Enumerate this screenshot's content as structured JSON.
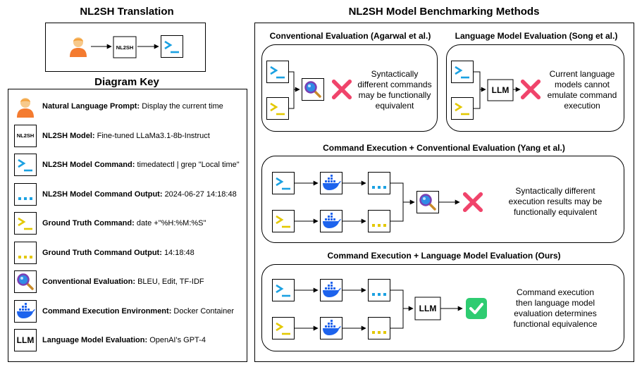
{
  "left": {
    "translation_title": "NL2SH Translation",
    "model_label": "NL2SH",
    "key_title": "Diagram Key",
    "key_items": [
      {
        "icon": "person-icon",
        "term": "Natural Language Prompt:",
        "desc": "Display the current time"
      },
      {
        "icon": "nl2sh-model-icon",
        "icon_text": "NL2SH",
        "term": "NL2SH Model:",
        "desc": "Fine-tuned LLaMa3.1-8b-Instruct"
      },
      {
        "icon": "terminal-blue-icon",
        "term": "NL2SH Model Command:",
        "desc": "timedatectl | grep \"Local time\""
      },
      {
        "icon": "output-blue-icon",
        "term": "NL2SH Model Command Output:",
        "desc": "2024-06-27 14:18:48"
      },
      {
        "icon": "terminal-yellow-icon",
        "term": "Ground Truth Command:",
        "desc": "date +\"%H:%M:%S\""
      },
      {
        "icon": "output-yellow-icon",
        "term": "Ground Truth Command Output:",
        "desc": "14:18:48"
      },
      {
        "icon": "magnifier-icon",
        "term": "Conventional Evaluation:",
        "desc": "BLEU, Edit, TF-IDF"
      },
      {
        "icon": "docker-icon",
        "term": "Command Execution Environment:",
        "desc": "Docker Container"
      },
      {
        "icon": "llm-icon",
        "icon_text": "LLM",
        "term": "Language Model Evaluation:",
        "desc": "OpenAI's GPT-4"
      }
    ]
  },
  "right": {
    "title": "NL2SH Model Benchmarking Methods",
    "conventional": {
      "title": "Conventional Evaluation (Agarwal et al.)",
      "desc": [
        "Syntactically",
        "different commands",
        "may be functionally",
        "equivalent"
      ]
    },
    "lm_eval": {
      "title": "Language Model Evaluation (Song et al.)",
      "llm_label": "LLM",
      "desc": [
        "Current language",
        "models cannot",
        "emulate command",
        "execution"
      ]
    },
    "exec_conventional": {
      "title": "Command Execution + Conventional Evaluation (Yang et al.)",
      "desc": [
        "Syntactically different",
        "execution results may be",
        "functionally equivalent"
      ]
    },
    "exec_lm": {
      "title": "Command Execution + Language Model Evaluation (Ours)",
      "llm_label": "LLM",
      "desc": [
        "Command execution",
        "then language model",
        "evaluation determines",
        "functional equivalence"
      ]
    }
  },
  "colors": {
    "blue": "#1ba1e2",
    "yellow": "#e3c800",
    "red_cross": "#f0446b",
    "green_check": "#2ecc71",
    "docker_blue": "#1d63ed"
  },
  "prompt_symbol": ">_",
  "output_symbol": "..."
}
